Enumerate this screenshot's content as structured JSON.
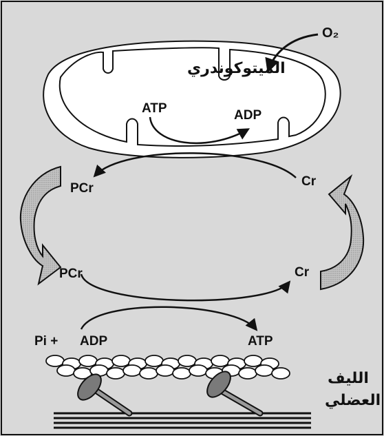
{
  "labels": {
    "mitochondria": "الميتوكوندري",
    "oxygen": "O₂",
    "atp_top": "ATP",
    "adp_top": "ADP",
    "pcr_upper": "PCr",
    "cr_upper": "Cr",
    "pcr_lower": "PCr",
    "cr_lower": "Cr",
    "pi_plus": "Pi +",
    "adp_bottom": "ADP",
    "atp_bottom": "ATP",
    "muscle_fiber_line1": "الليف",
    "muscle_fiber_line2": "العضلي"
  },
  "colors": {
    "background": "#d9d9d9",
    "stroke": "#111111",
    "mitochondria_fill": "#ffffff",
    "shuttle_arrow_fill": "#bdbdbd",
    "myosin_head_fill": "#7a7a7a",
    "actin_bead_fill": "#ffffff"
  }
}
